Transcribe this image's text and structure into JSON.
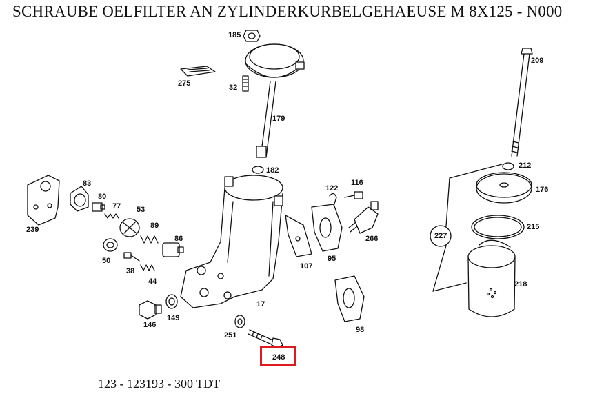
{
  "header": {
    "title": "SCHRAUBE OELFILTER AN ZYLINDERKURBELGEHAEUSE M 8X125 - N000"
  },
  "footer": {
    "reference": "123 - 123193 - 300 TDT"
  },
  "highlight": {
    "part": "248",
    "color": "#e0191f"
  },
  "parts": {
    "p185": "185",
    "p275": "275",
    "p32": "32",
    "p179": "179",
    "p182": "182",
    "p209": "209",
    "p212": "212",
    "p176": "176",
    "p215": "215",
    "p227": "227",
    "p218": "218",
    "p83": "83",
    "p80": "80",
    "p77": "77",
    "p53": "53",
    "p239": "239",
    "p89": "89",
    "p86": "86",
    "p50": "50",
    "p38": "38",
    "p44": "44",
    "p146": "146",
    "p149": "149",
    "p122": "122",
    "p116": "116",
    "p266": "266",
    "p107": "107",
    "p95": "95",
    "p98": "98",
    "p17": "17",
    "p251": "251",
    "p248": "248"
  }
}
